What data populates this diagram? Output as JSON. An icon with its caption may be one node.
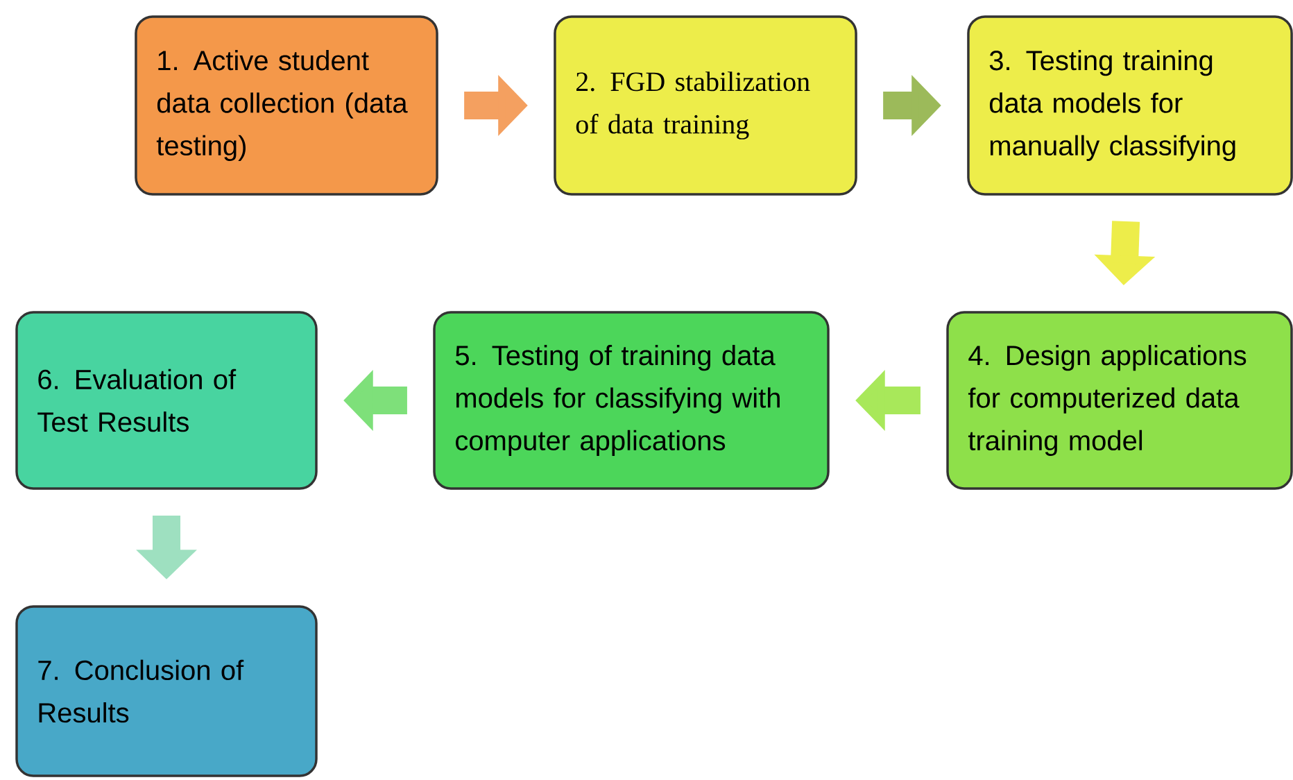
{
  "diagram": {
    "nodes": [
      {
        "text": [
          "1. Active student data collection (data testing)"
        ]
      },
      {
        "text": [
          "2. FGD stabilization of data training"
        ]
      },
      {
        "text": [
          "3. Testing training data models for manually classifying"
        ]
      },
      {
        "text": [
          "4. Design applications for computerized data training model"
        ]
      },
      {
        "text": [
          "5. Testing of training data models for classifying with computer applications"
        ]
      },
      {
        "text": [
          "6. Evaluation of Test Results"
        ]
      },
      {
        "text": [
          "7. Conclusion of Results"
        ]
      }
    ],
    "edges": [
      {
        "from": 0,
        "to": 1,
        "arrow": "to",
        "color": "#f4a060"
      },
      {
        "from": 1,
        "to": 2,
        "arrow": "to",
        "color": "#9cba5a"
      },
      {
        "from": 2,
        "to": 3,
        "arrow": "to",
        "color": "#eded4a"
      },
      {
        "from": 3,
        "to": 4,
        "arrow": "to",
        "color": "#a8e85a"
      },
      {
        "from": 4,
        "to": 5,
        "arrow": "to",
        "color": "#7ee07a"
      },
      {
        "from": 5,
        "to": 6,
        "arrow": "to",
        "color": "#9ee0c0"
      }
    ]
  }
}
